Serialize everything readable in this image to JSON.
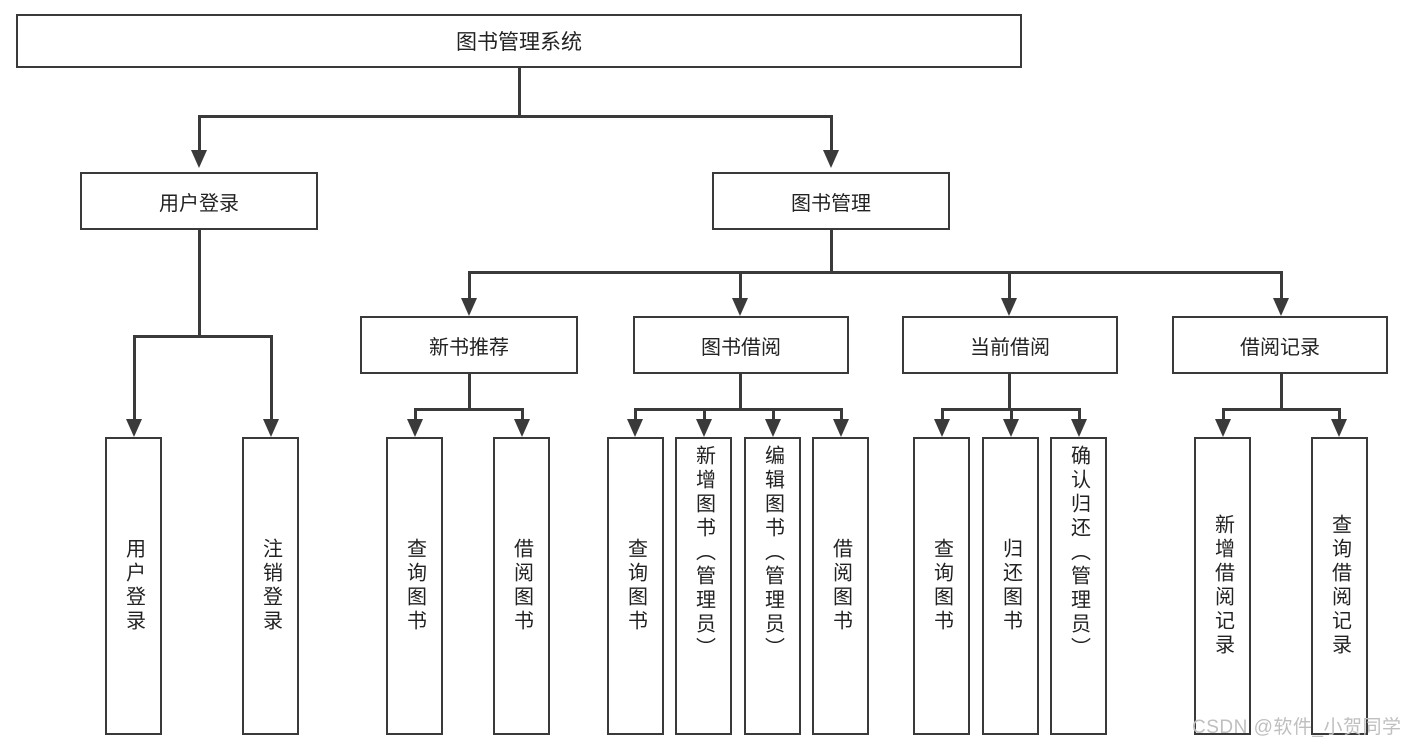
{
  "diagram": {
    "type": "hierarchy-tree",
    "root": {
      "label": "图书管理系统"
    },
    "level1": [
      {
        "label": "用户登录"
      },
      {
        "label": "图书管理"
      }
    ],
    "level2": [
      {
        "label": "新书推荐"
      },
      {
        "label": "图书借阅"
      },
      {
        "label": "当前借阅"
      },
      {
        "label": "借阅记录"
      }
    ],
    "leaves": {
      "user_login": [
        {
          "label": "用户登录"
        },
        {
          "label": "注销登录"
        }
      ],
      "new_book_recommend": [
        {
          "label": "查询图书"
        },
        {
          "label": "借阅图书"
        }
      ],
      "book_borrow": [
        {
          "label": "查询图书"
        },
        {
          "label": "新增图书（管理员）"
        },
        {
          "label": "编辑图书（管理员）"
        },
        {
          "label": "借阅图书"
        }
      ],
      "current_borrow": [
        {
          "label": "查询图书"
        },
        {
          "label": "归还图书"
        },
        {
          "label": "确认归还（管理员）"
        }
      ],
      "borrow_record": [
        {
          "label": "新增借阅记录"
        },
        {
          "label": "查询借阅记录"
        }
      ]
    }
  },
  "watermark": {
    "text": "CSDN @软件_小贺同学"
  },
  "colors": {
    "stroke": "#3a3a3a",
    "background": "#ffffff",
    "text": "#222222",
    "watermark": "#bfbfbf"
  }
}
